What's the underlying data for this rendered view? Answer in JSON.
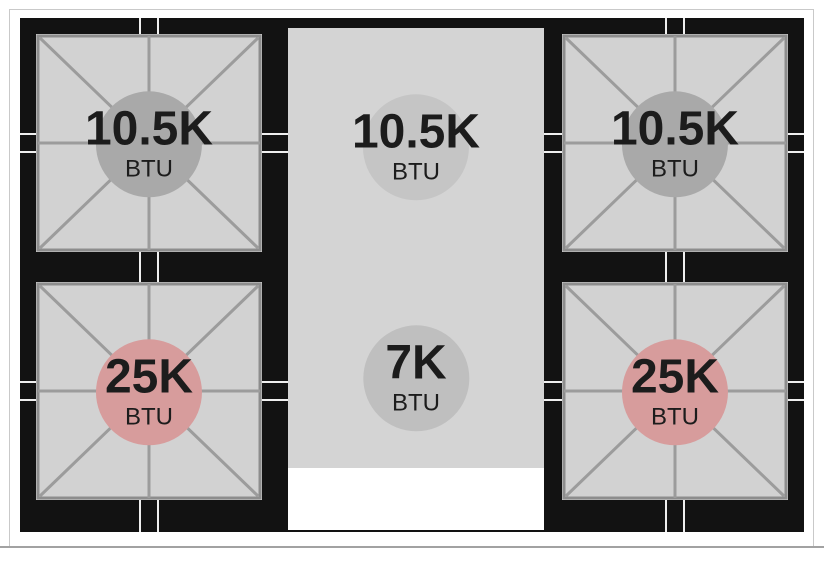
{
  "diagram": {
    "name": "range-cooktop-burner-layout",
    "burners": [
      {
        "position": "top-left",
        "value": "10.5K",
        "unit": "BTU",
        "circle_color": "#a9a9a9"
      },
      {
        "position": "center-top",
        "value": "10.5K",
        "unit": "BTU",
        "circle_color": "#c5c5c5"
      },
      {
        "position": "top-right",
        "value": "10.5K",
        "unit": "BTU",
        "circle_color": "#a9a9a9"
      },
      {
        "position": "bottom-left",
        "value": "25K",
        "unit": "BTU",
        "circle_color": "#d79c9c"
      },
      {
        "position": "center-bottom",
        "value": "7K",
        "unit": "BTU",
        "circle_color": "#bfbfbf"
      },
      {
        "position": "bottom-right",
        "value": "25K",
        "unit": "BTU",
        "circle_color": "#d79c9c"
      }
    ],
    "colors": {
      "panel_black": "#121212",
      "surface_gray": "#d2d2d2",
      "grate_line": "#9c9c9c",
      "burner_gray": "#a9a9a9",
      "burner_red": "#d79c9c",
      "text": "#1c1c1c"
    }
  }
}
